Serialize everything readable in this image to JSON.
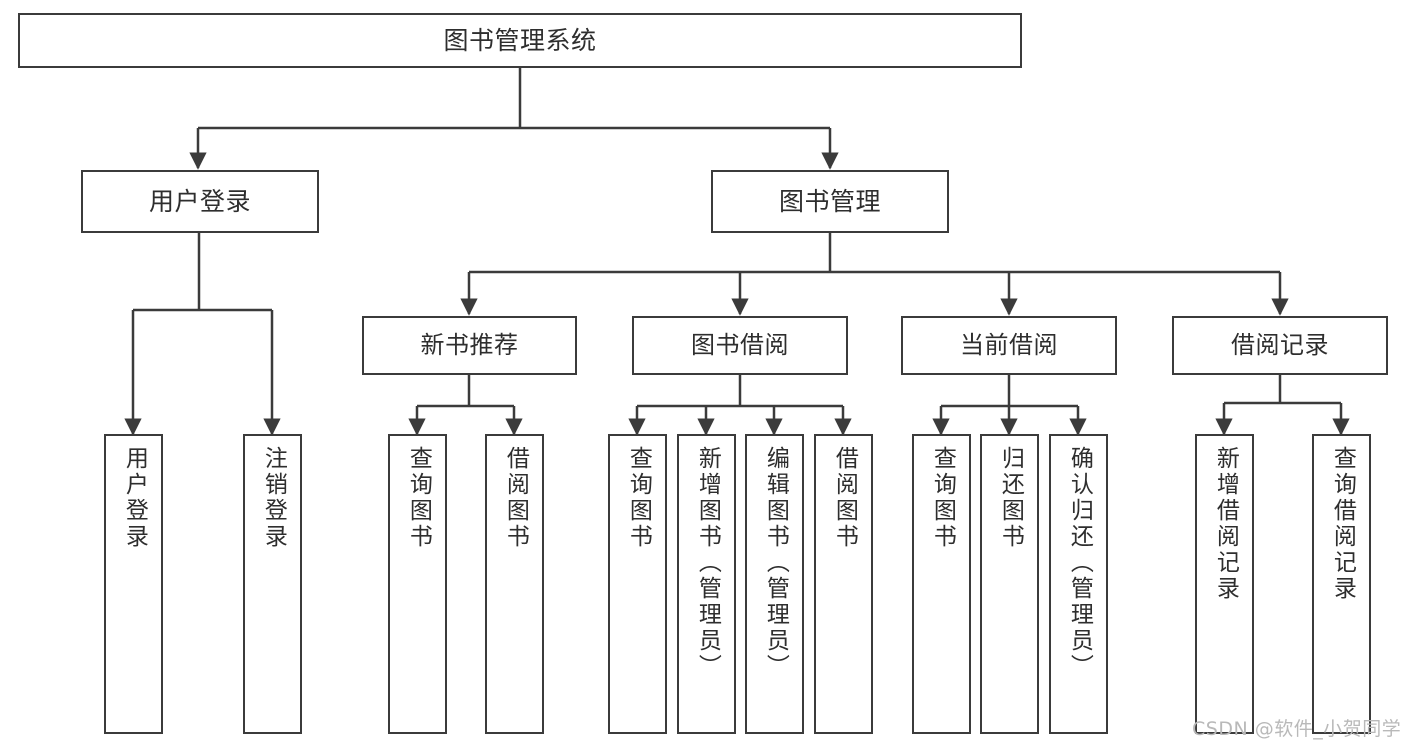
{
  "diagram": {
    "title": "图书管理系统",
    "type": "hierarchy-tree",
    "orientation": "top-down",
    "line_color": "#3b3b3b",
    "box_fill": "#ffffff",
    "text_color": "#2e2e2e",
    "background": "#ffffff"
  },
  "nodes": {
    "root": {
      "label": "图书管理系统"
    },
    "level2": [
      {
        "id": "user-login",
        "label": "用户登录"
      },
      {
        "id": "book-management",
        "label": "图书管理"
      }
    ],
    "level3": [
      {
        "id": "new-book-recommend",
        "label": "新书推荐"
      },
      {
        "id": "book-borrow",
        "label": "图书借阅"
      },
      {
        "id": "current-borrow",
        "label": "当前借阅"
      },
      {
        "id": "borrow-record",
        "label": "借阅记录"
      }
    ],
    "leaves": {
      "user_login": [
        {
          "id": "leaf-user-login",
          "label": "用户登录"
        },
        {
          "id": "leaf-logout-login",
          "label": "注销登录"
        }
      ],
      "new_book_recommend": [
        {
          "id": "leaf-query-book-1",
          "label": "查询图书"
        },
        {
          "id": "leaf-borrow-book-1",
          "label": "借阅图书"
        }
      ],
      "book_borrow": [
        {
          "id": "leaf-query-book-2",
          "label": "查询图书"
        },
        {
          "id": "leaf-add-book",
          "label": "新增图书（管理员）"
        },
        {
          "id": "leaf-edit-book",
          "label": "编辑图书（管理员）"
        },
        {
          "id": "leaf-borrow-book-2",
          "label": "借阅图书"
        }
      ],
      "current_borrow": [
        {
          "id": "leaf-query-book-3",
          "label": "查询图书"
        },
        {
          "id": "leaf-return-book",
          "label": "归还图书"
        },
        {
          "id": "leaf-confirm-return",
          "label": "确认归还（管理员）"
        }
      ],
      "borrow_record": [
        {
          "id": "leaf-add-record",
          "label": "新增借阅记录"
        },
        {
          "id": "leaf-query-record",
          "label": "查询借阅记录"
        }
      ]
    }
  },
  "watermark": {
    "text": "CSDN @软件_小贺同学"
  }
}
